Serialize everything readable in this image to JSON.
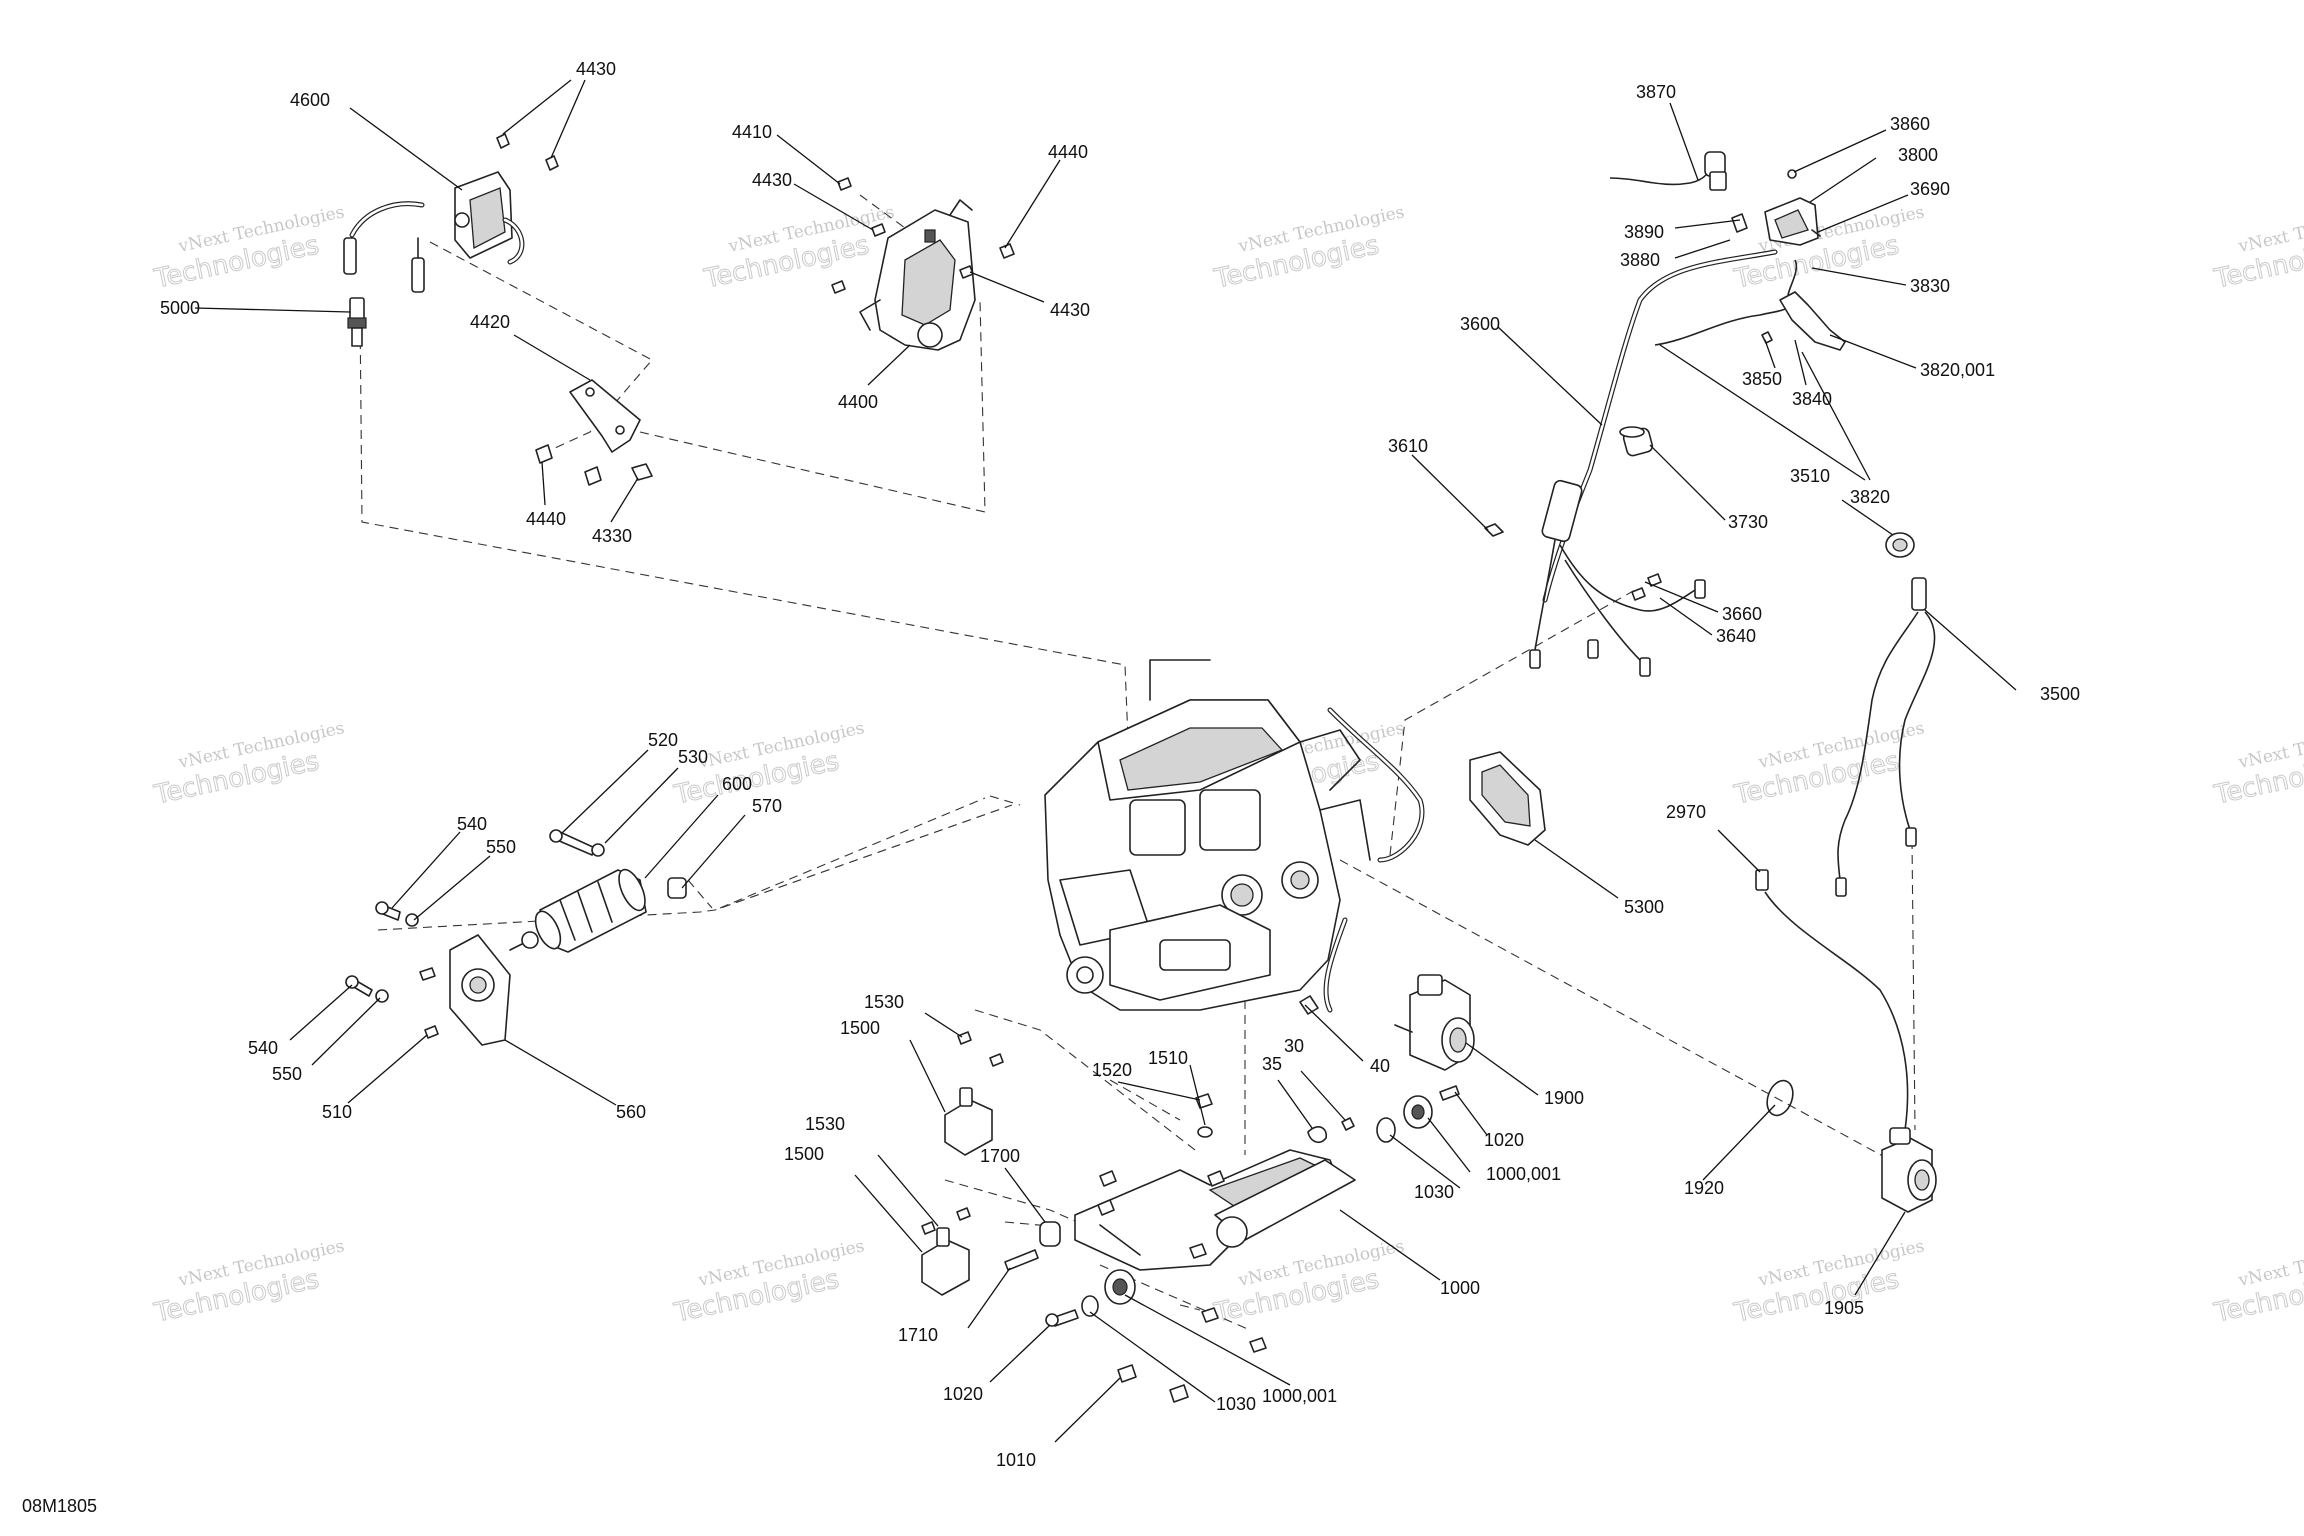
{
  "diagram": {
    "drawing_code": "08M1805",
    "watermark": {
      "line1": "vNext Technologies",
      "line2": "Technologies"
    },
    "callouts": [
      {
        "id": "c-4430-a",
        "text": "4430"
      },
      {
        "id": "c-4600",
        "text": "4600"
      },
      {
        "id": "c-5000",
        "text": "5000"
      },
      {
        "id": "c-4420",
        "text": "4420"
      },
      {
        "id": "c-4440-a",
        "text": "4440"
      },
      {
        "id": "c-4330",
        "text": "4330"
      },
      {
        "id": "c-4410",
        "text": "4410"
      },
      {
        "id": "c-4430-b",
        "text": "4430"
      },
      {
        "id": "c-4440-b",
        "text": "4440"
      },
      {
        "id": "c-4430-c",
        "text": "4430"
      },
      {
        "id": "c-4400",
        "text": "4400"
      },
      {
        "id": "c-3870",
        "text": "3870"
      },
      {
        "id": "c-3860",
        "text": "3860"
      },
      {
        "id": "c-3800",
        "text": "3800"
      },
      {
        "id": "c-3690",
        "text": "3690"
      },
      {
        "id": "c-3890",
        "text": "3890"
      },
      {
        "id": "c-3880",
        "text": "3880"
      },
      {
        "id": "c-3830",
        "text": "3830"
      },
      {
        "id": "c-3600",
        "text": "3600"
      },
      {
        "id": "c-3850",
        "text": "3850"
      },
      {
        "id": "c-3840",
        "text": "3840"
      },
      {
        "id": "c-3820001",
        "text": "3820,001"
      },
      {
        "id": "c-3610",
        "text": "3610"
      },
      {
        "id": "c-3730",
        "text": "3730"
      },
      {
        "id": "c-3510",
        "text": "3510"
      },
      {
        "id": "c-3820",
        "text": "3820"
      },
      {
        "id": "c-3660",
        "text": "3660"
      },
      {
        "id": "c-3640",
        "text": "3640"
      },
      {
        "id": "c-3500",
        "text": "3500"
      },
      {
        "id": "c-520",
        "text": "520"
      },
      {
        "id": "c-530",
        "text": "530"
      },
      {
        "id": "c-600",
        "text": "600"
      },
      {
        "id": "c-570",
        "text": "570"
      },
      {
        "id": "c-540-a",
        "text": "540"
      },
      {
        "id": "c-550-a",
        "text": "550"
      },
      {
        "id": "c-540-b",
        "text": "540"
      },
      {
        "id": "c-550-b",
        "text": "550"
      },
      {
        "id": "c-510",
        "text": "510"
      },
      {
        "id": "c-560",
        "text": "560"
      },
      {
        "id": "c-5300",
        "text": "5300"
      },
      {
        "id": "c-2970",
        "text": "2970"
      },
      {
        "id": "c-1530-a",
        "text": "1530"
      },
      {
        "id": "c-1500-a",
        "text": "1500"
      },
      {
        "id": "c-1520",
        "text": "1520"
      },
      {
        "id": "c-1510",
        "text": "1510"
      },
      {
        "id": "c-35",
        "text": "35"
      },
      {
        "id": "c-30",
        "text": "30"
      },
      {
        "id": "c-40",
        "text": "40"
      },
      {
        "id": "c-1900",
        "text": "1900"
      },
      {
        "id": "c-1020-a",
        "text": "1020"
      },
      {
        "id": "c-1000001-a",
        "text": "1000,001"
      },
      {
        "id": "c-1030-a",
        "text": "1030"
      },
      {
        "id": "c-1530-b",
        "text": "1530"
      },
      {
        "id": "c-1500-b",
        "text": "1500"
      },
      {
        "id": "c-1700",
        "text": "1700"
      },
      {
        "id": "c-1920",
        "text": "1920"
      },
      {
        "id": "c-1000",
        "text": "1000"
      },
      {
        "id": "c-1710",
        "text": "1710"
      },
      {
        "id": "c-1905",
        "text": "1905"
      },
      {
        "id": "c-1020-b",
        "text": "1020"
      },
      {
        "id": "c-1030-b",
        "text": "1030"
      },
      {
        "id": "c-1000001-b",
        "text": "1000,001"
      },
      {
        "id": "c-1010",
        "text": "1010"
      }
    ]
  }
}
